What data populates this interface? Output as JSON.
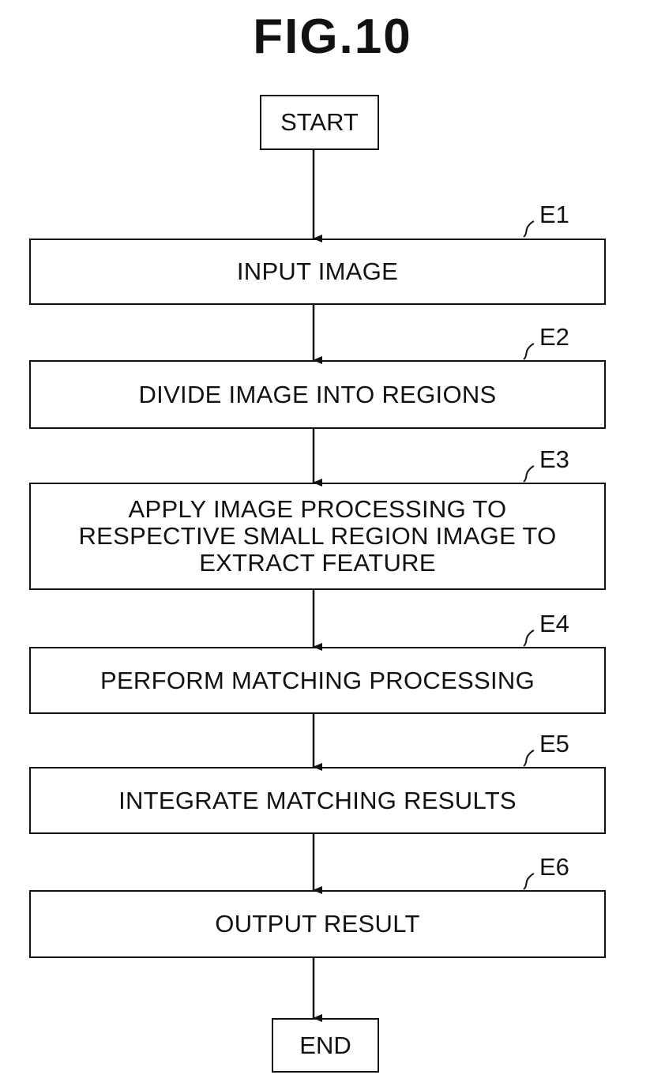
{
  "figure": {
    "title": "FIG.10"
  },
  "flow": {
    "start_label": "START",
    "end_label": "END",
    "steps": [
      {
        "ref": "E1",
        "label": "INPUT IMAGE"
      },
      {
        "ref": "E2",
        "label": "DIVIDE IMAGE INTO REGIONS"
      },
      {
        "ref": "E3",
        "label": "APPLY IMAGE PROCESSING TO\nRESPECTIVE SMALL REGION IMAGE TO\nEXTRACT FEATURE"
      },
      {
        "ref": "E4",
        "label": "PERFORM MATCHING PROCESSING"
      },
      {
        "ref": "E5",
        "label": "INTEGRATE MATCHING RESULTS"
      },
      {
        "ref": "E6",
        "label": "OUTPUT RESULT"
      }
    ]
  }
}
